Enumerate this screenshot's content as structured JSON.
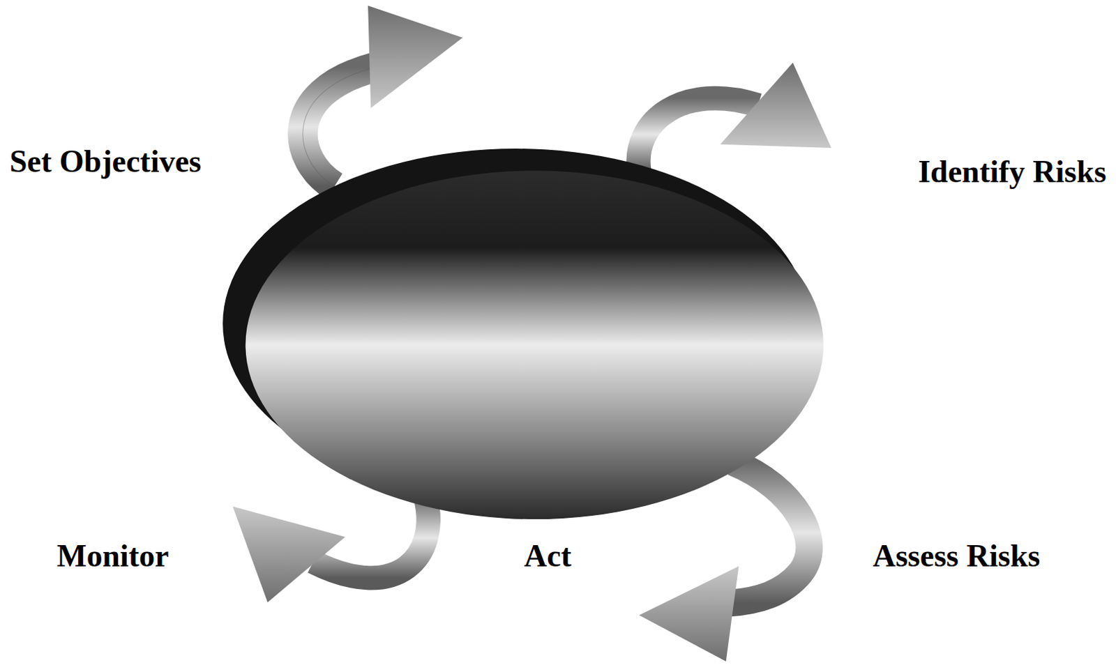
{
  "diagram": {
    "labels": [
      "Set Objectives",
      "Identify Risks",
      "Assess Risks",
      "Act",
      "Monitor"
    ]
  }
}
